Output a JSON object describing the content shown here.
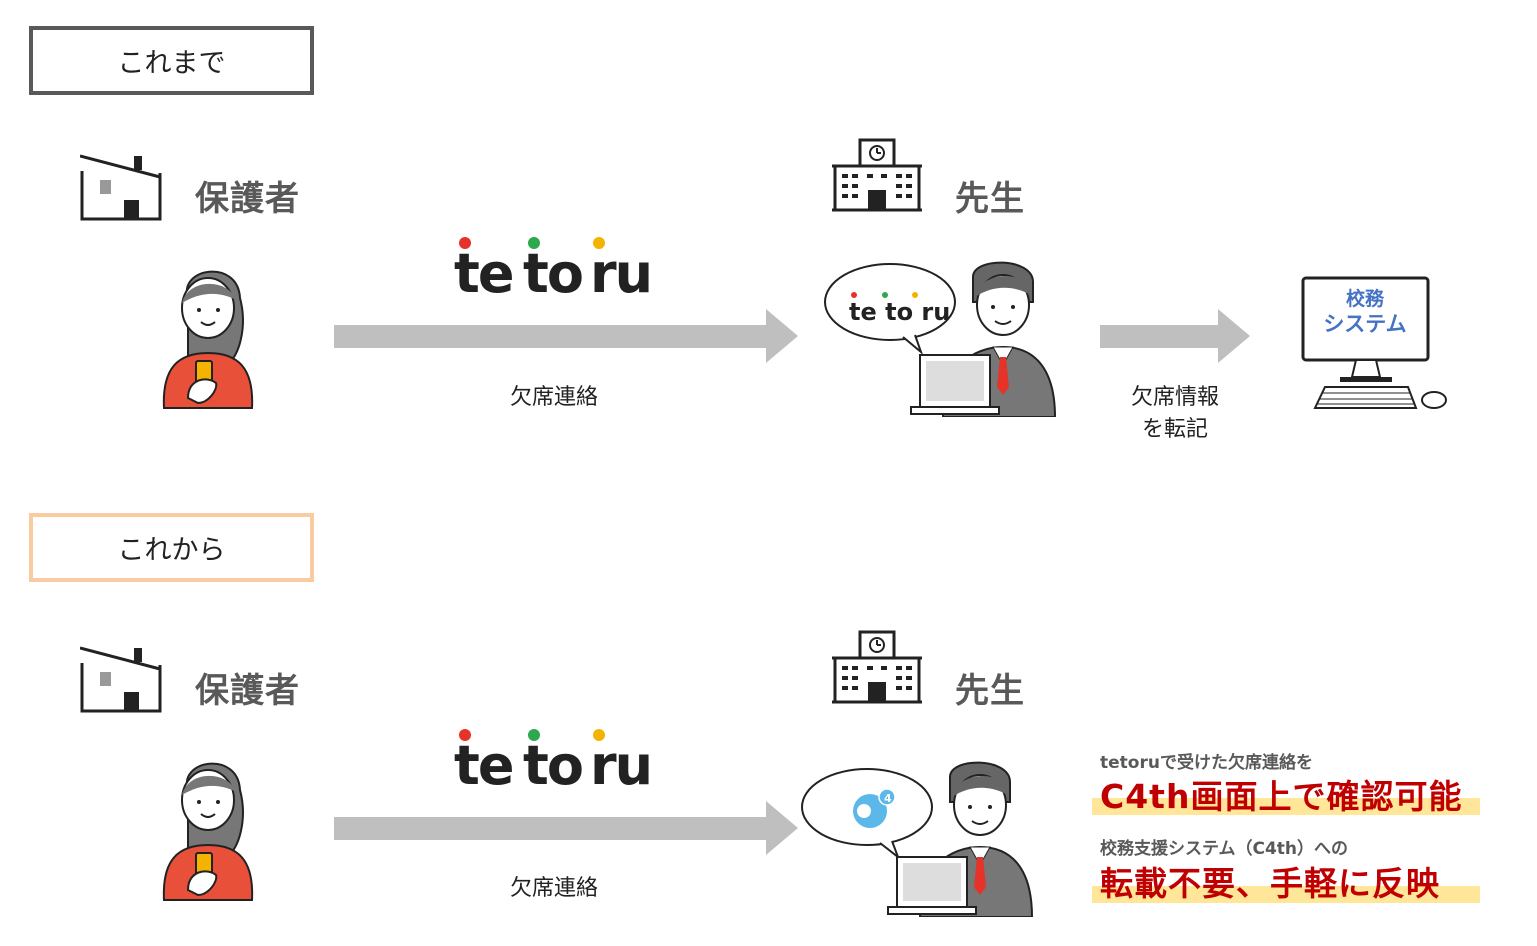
{
  "before": {
    "section_label": "これまで",
    "guardian_label": "保護者",
    "teacher_label": "先生",
    "arrow1_caption": "欠席連絡",
    "arrow2_caption_line1": "欠席情報",
    "arrow2_caption_line2": "を転記",
    "monitor_line1": "校務",
    "monitor_line2": "システム"
  },
  "after": {
    "section_label": "これから",
    "guardian_label": "保護者",
    "teacher_label": "先生",
    "arrow_caption": "欠席連絡",
    "note1_small": "tetoruで受けた欠席連絡を",
    "note1_big": "C4th画面上で確認可能",
    "note2_small": "校務支援システム（C4th）への",
    "note2_big": "転載不要、手軽に反映"
  },
  "logo": {
    "text_parts": [
      "te",
      "to",
      "ru"
    ],
    "dot_colors": [
      "#e5332a",
      "#2ea84f",
      "#f3b300"
    ]
  },
  "colors": {
    "arrow": "#bfbfbf",
    "old_border": "#595959",
    "new_border": "#f8cba1",
    "accent_red": "#c00000",
    "highlight": "#ffe699",
    "shirt": "#e8503a"
  },
  "icons": {
    "house": "house-icon",
    "school": "school-icon",
    "parent": "parent-with-phone-illustration",
    "teacher": "teacher-with-laptop-illustration",
    "computer": "desktop-computer-icon",
    "c4th": "c4th-logo-icon"
  }
}
